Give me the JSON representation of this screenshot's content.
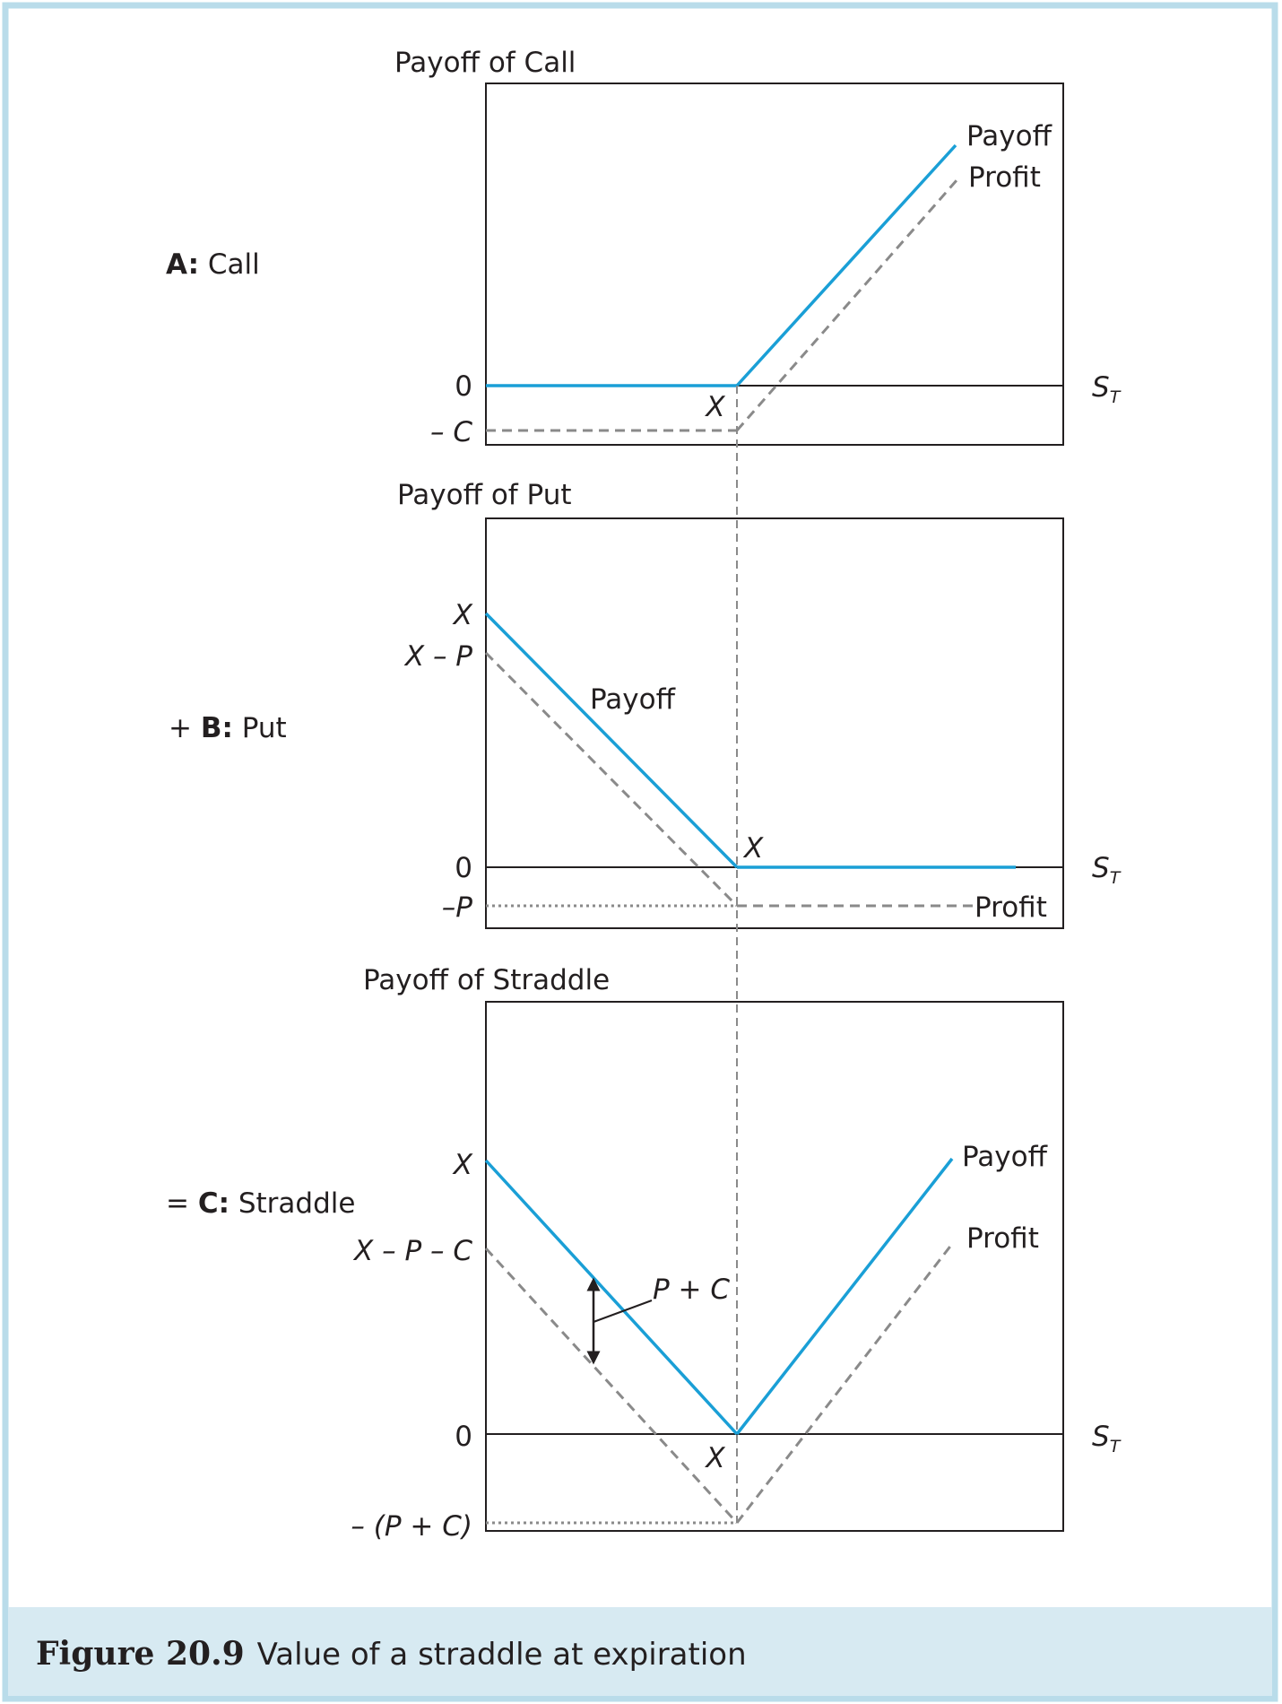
{
  "colors": {
    "payoff": "#1a9fd6",
    "profit": "#8a8a8a",
    "frame": "#b9dcea",
    "caption_bg": "#d7eaf2",
    "ink": "#231f20"
  },
  "panel_a": {
    "side_label_bold": "A:",
    "side_label_rest": " Call",
    "title": "Payoff of Call",
    "y_zero": "0",
    "y_minus_c": "– C",
    "x_mark": "X",
    "axis_s": "S",
    "axis_sub": "T",
    "payoff_label": "Payoff",
    "profit_label": "Profit"
  },
  "panel_b": {
    "side_label_prefix": "+ ",
    "side_label_bold": "B:",
    "side_label_rest": " Put",
    "title": "Payoff of Put",
    "y_x": "X",
    "y_x_minus_p": "X – P",
    "y_zero": "0",
    "y_minus_p": "–P",
    "x_mark": "X",
    "axis_s": "S",
    "axis_sub": "T",
    "payoff_label": "Payoff",
    "profit_label": "Profit"
  },
  "panel_c": {
    "side_label_prefix": "= ",
    "side_label_bold": "C:",
    "side_label_rest": " Straddle",
    "title": "Payoff of Straddle",
    "y_x": "X",
    "y_x_minus_p_minus_c": "X – P – C",
    "y_zero": "0",
    "y_minus_pc": "– (P + C)",
    "x_mark": "X",
    "axis_s": "S",
    "axis_sub": "T",
    "payoff_label": "Payoff",
    "profit_label": "Profit",
    "gap_label": "P + C"
  },
  "caption": {
    "number": "Figure 20.9",
    "text": "Value of a straddle at expiration"
  }
}
